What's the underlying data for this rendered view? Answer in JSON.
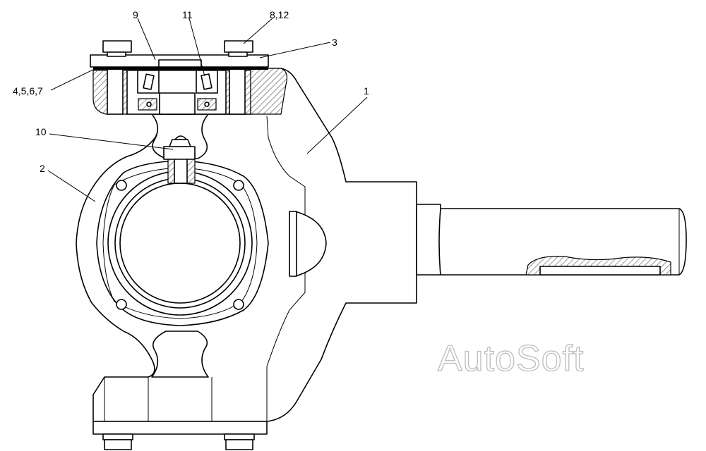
{
  "callouts": {
    "c1": "1",
    "c2": "2",
    "c3": "3",
    "c456": "4,5,6,7",
    "c812": "8,12",
    "c9": "9",
    "c10": "10",
    "c11": "11"
  },
  "watermark": "AutoSoft"
}
